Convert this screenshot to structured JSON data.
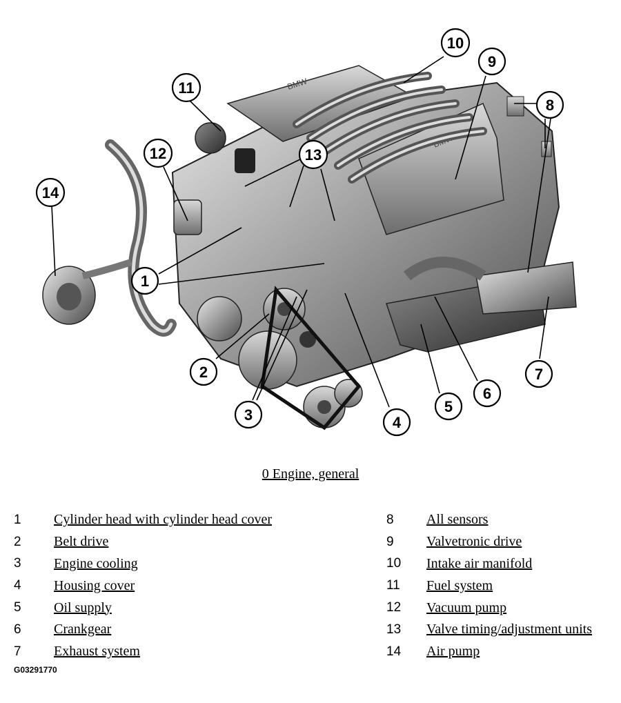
{
  "caption": "0 Engine, general",
  "figure_code": "G03291770",
  "legend_left": [
    {
      "num": "1",
      "label": "Cylinder head with cylinder head cover"
    },
    {
      "num": "2",
      "label": "Belt drive"
    },
    {
      "num": "3",
      "label": "Engine cooling"
    },
    {
      "num": "4",
      "label": "Housing cover"
    },
    {
      "num": "5",
      "label": "Oil supply"
    },
    {
      "num": "6",
      "label": "Crankgear"
    },
    {
      "num": "7",
      "label": "Exhaust system"
    }
  ],
  "legend_right": [
    {
      "num": "8",
      "label": "All sensors"
    },
    {
      "num": "9",
      "label": "Valvetronic drive"
    },
    {
      "num": "10",
      "label": "Intake air manifold"
    },
    {
      "num": "11",
      "label": "Fuel system"
    },
    {
      "num": "12",
      "label": "Vacuum pump"
    },
    {
      "num": "13",
      "label": "Valve timing/adjustment units"
    },
    {
      "num": "14",
      "label": "Air pump"
    }
  ],
  "callouts": [
    "1",
    "2",
    "3",
    "4",
    "5",
    "6",
    "7",
    "8",
    "9",
    "10",
    "11",
    "12",
    "13",
    "14"
  ]
}
